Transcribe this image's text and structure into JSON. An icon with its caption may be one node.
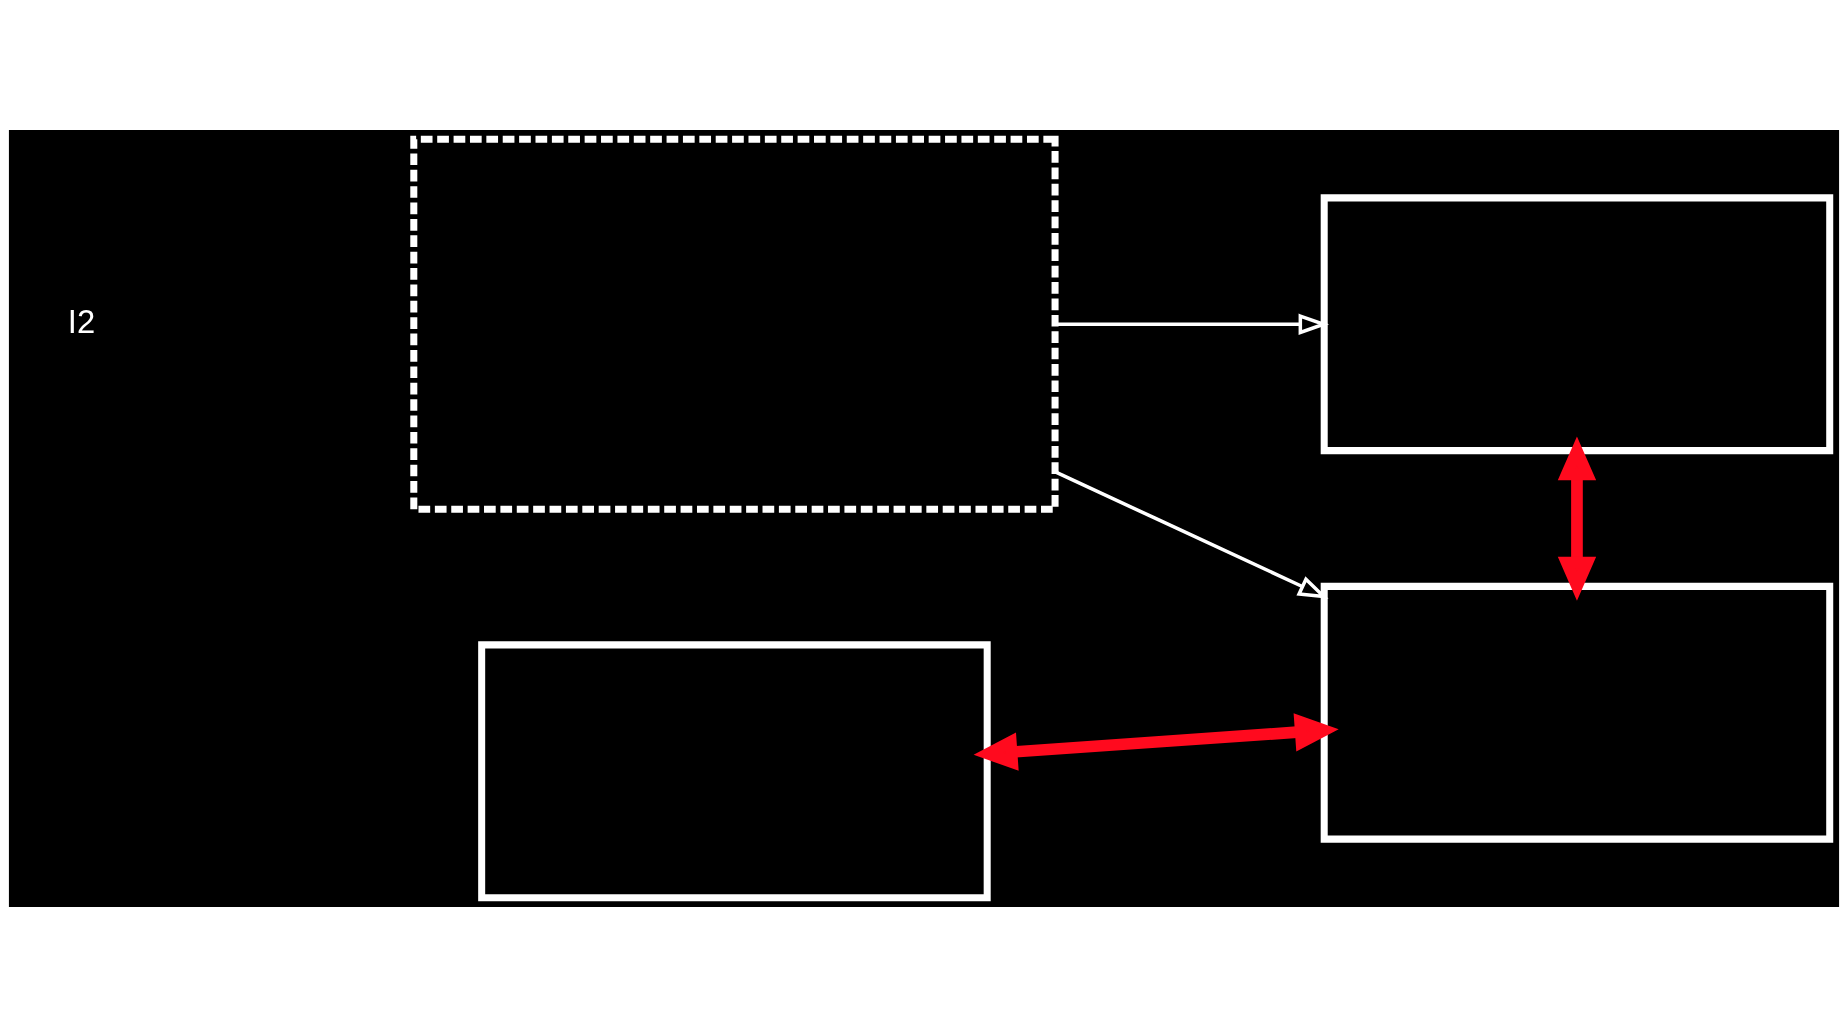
{
  "diagram": {
    "nodes": [
      {
        "text": [],
        "shape": "box"
      },
      {
        "text": [],
        "shape": "box"
      },
      {
        "text": [],
        "shape": "box"
      },
      {
        "text": [],
        "shape": "box"
      }
    ],
    "edges": [
      {
        "from": 1,
        "to": 0,
        "arrow": "to"
      },
      {
        "from": 1,
        "to": 2,
        "arrow": "to"
      },
      {
        "from": 0,
        "to": 2,
        "arrow": "both",
        "style": "thick",
        "color": "#ff0a1e"
      },
      {
        "from": 3,
        "to": 2,
        "arrow": "both",
        "style": "thick",
        "color": "#ff0a1e"
      }
    ],
    "labels": [
      "I2"
    ]
  }
}
